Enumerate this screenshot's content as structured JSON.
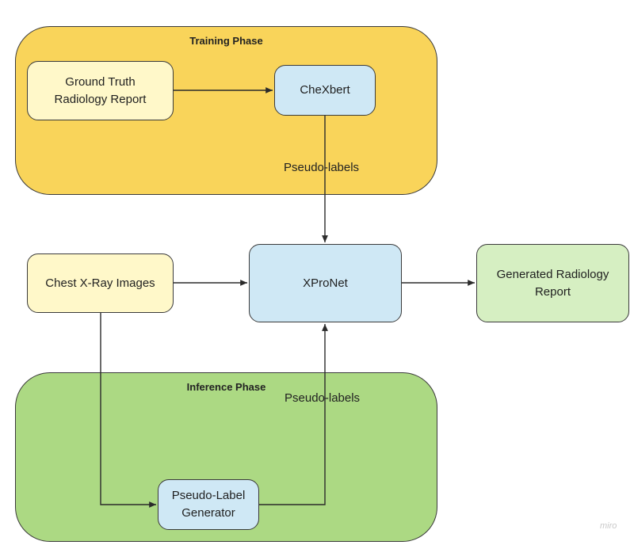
{
  "phases": {
    "training": {
      "title": "Training Phase"
    },
    "inference": {
      "title": "Inference Phase"
    }
  },
  "nodes": {
    "ground_truth": "Ground Truth\nRadiology Report",
    "chexbert": "CheXbert",
    "chest_xray": "Chest X-Ray Images",
    "xpronet": "XProNet",
    "generated_report": "Generated Radiology\nReport",
    "pseudo_label_generator": "Pseudo-Label\nGenerator"
  },
  "edge_labels": {
    "training_pseudo_labels": "Pseudo-labels",
    "inference_pseudo_labels": "Pseudo-labels"
  },
  "watermark": "miro",
  "colors": {
    "training_phase": "#f9d45a",
    "inference_phase": "#acd983",
    "input_node": "#fff8c9",
    "model_node": "#cfe8f5",
    "output_node": "#d6efc2"
  }
}
